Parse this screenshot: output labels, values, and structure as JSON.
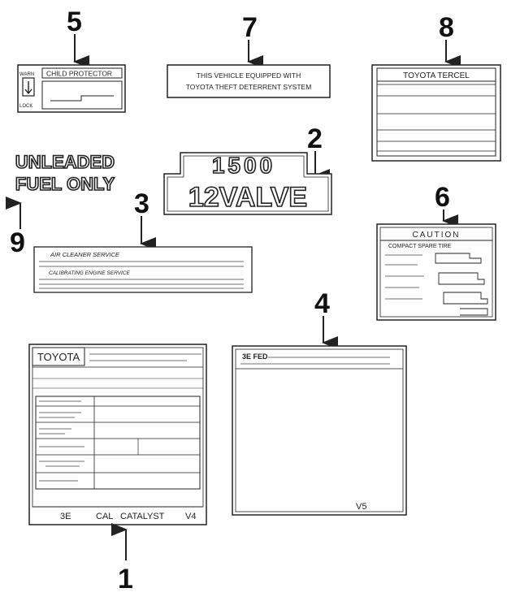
{
  "callouts": [
    "5",
    "7",
    "8",
    "2",
    "6",
    "9",
    "3",
    "4",
    "1"
  ],
  "label5": {
    "left_text": "WARN",
    "header": "CHILD PROTECTOR",
    "bottom_text": "LOCK"
  },
  "label7": {
    "line1": "THIS VEHICLE EQUIPPED WITH",
    "line2": "TOYOTA THEFT DETERRENT SYSTEM"
  },
  "label8": {
    "header": "TOYOTA  TERCEL"
  },
  "label9": {
    "line1": "UNLEADED",
    "line2": "FUEL ONLY"
  },
  "label2": {
    "line1": "1500",
    "line2": "12VALVE"
  },
  "label6": {
    "header": "CAUTION",
    "subheader": "COMPACT SPARE TIRE"
  },
  "label3": {
    "header": "AIR CLEANER SERVICE",
    "subheader": "CALIBRATING ENGINE SERVICE"
  },
  "label1": {
    "brand": "TOYOTA",
    "footer": [
      "3E",
      "CAL",
      "CATALYST",
      "V4"
    ]
  },
  "label4": {
    "header": "3E  FED",
    "footer_right": "V5"
  },
  "colors": {
    "ink": "#222222",
    "background": "#ffffff"
  }
}
